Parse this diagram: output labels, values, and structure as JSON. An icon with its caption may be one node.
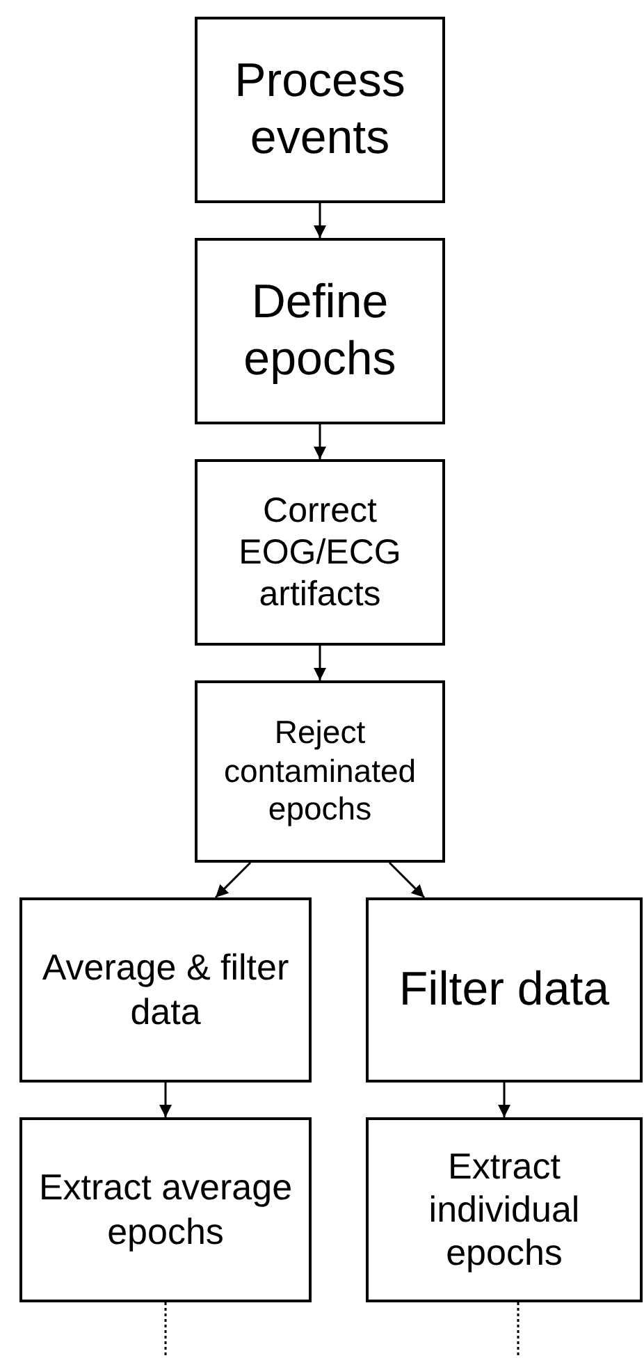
{
  "diagram": {
    "nodes": [
      {
        "text": [
          "Process events"
        ]
      },
      {
        "text": [
          "Define epochs"
        ]
      },
      {
        "text": [
          "Correct EOG/ECG artifacts"
        ]
      },
      {
        "text": [
          "Reject contaminated epochs"
        ]
      },
      {
        "text": [
          "Average & filter data"
        ]
      },
      {
        "text": [
          "Filter data"
        ]
      },
      {
        "text": [
          "Extract average epochs"
        ]
      },
      {
        "text": [
          "Extract individual epochs"
        ]
      }
    ],
    "edges": [
      {
        "from": 0,
        "to": 1,
        "arrow": "to"
      },
      {
        "from": 1,
        "to": 2,
        "arrow": "to"
      },
      {
        "from": 2,
        "to": 3,
        "arrow": "to"
      },
      {
        "from": 3,
        "to": 4,
        "arrow": "to"
      },
      {
        "from": 3,
        "to": 5,
        "arrow": "to"
      },
      {
        "from": 4,
        "to": 6,
        "arrow": "to"
      },
      {
        "from": 5,
        "to": 7,
        "arrow": "to"
      },
      {
        "from": 6,
        "to": null,
        "arrow": "none",
        "style": "dashed"
      },
      {
        "from": 7,
        "to": null,
        "arrow": "none",
        "style": "dashed"
      }
    ]
  }
}
